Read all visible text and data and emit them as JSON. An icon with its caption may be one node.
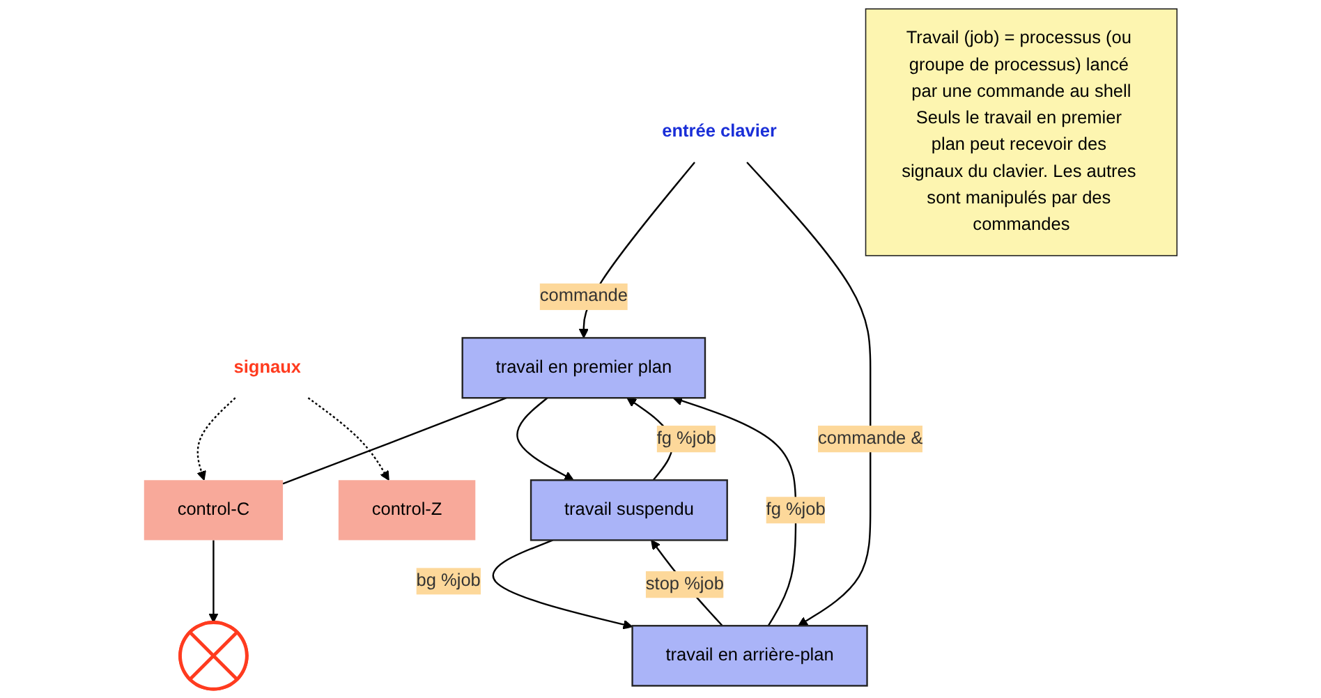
{
  "diagram": {
    "nodes": [
      {
        "text": [
          "signaux"
        ]
      },
      {
        "text": [
          "entrée clavier"
        ]
      },
      {
        "text": [
          "travail en premier plan"
        ]
      },
      {
        "text": [
          "travail en arrière-plan"
        ]
      },
      {
        "text": [
          "control-C"
        ]
      },
      {
        "text": [
          "control-Z"
        ]
      },
      {
        "text": [
          "travail suspendu"
        ]
      },
      {
        "text": [],
        "shape": "cross"
      },
      {
        "text": [
          "Travail (job) = processus (ou groupe de processus) lancé par une commande au shell",
          "Seuls le travail en premier plan peut recevoir des signaux du clavier. Les autres sont manipulés par des commandes"
        ]
      }
    ],
    "edges": [
      {
        "from": 1,
        "to": 2,
        "label": "commande",
        "arrow": "to"
      },
      {
        "from": 1,
        "to": 3,
        "label": "commande &",
        "arrow": "to"
      },
      {
        "from": 3,
        "to": 2,
        "label": "fg %job",
        "arrow": "to"
      },
      {
        "from": 0,
        "to": 4,
        "arrow": "to",
        "style": "dashed"
      },
      {
        "from": 0,
        "to": 5,
        "arrow": "to",
        "style": "dashed"
      },
      {
        "from": 6,
        "to": 2,
        "label": "fg %job",
        "arrow": "to"
      },
      {
        "from": 6,
        "to": 3,
        "label": "bg %job",
        "arrow": "to"
      },
      {
        "from": 2,
        "to": 4,
        "arrow": "none"
      },
      {
        "from": 4,
        "to": 7,
        "arrow": "to"
      },
      {
        "from": 2,
        "to": 6,
        "arrow": "to"
      },
      {
        "from": 3,
        "to": 6,
        "label": "stop %job",
        "arrow": "to"
      }
    ]
  }
}
